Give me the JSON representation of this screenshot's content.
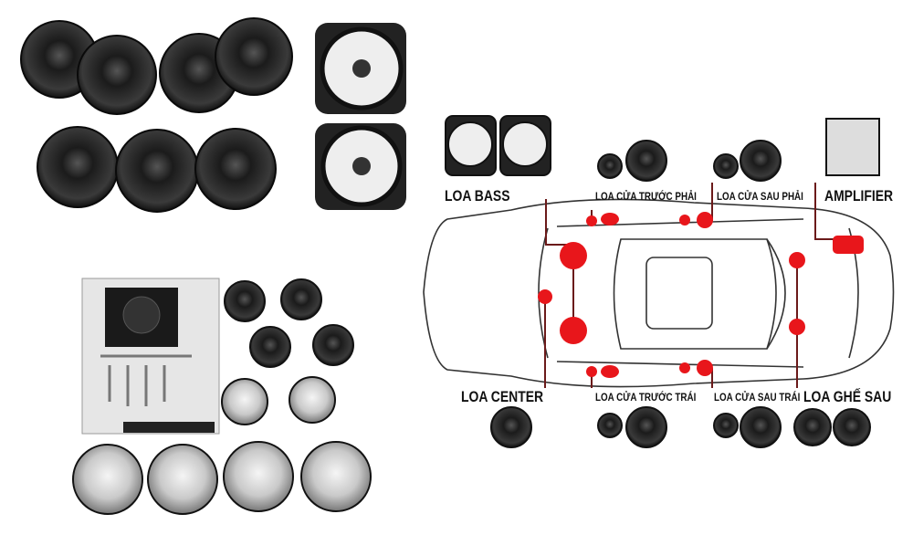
{
  "labels": {
    "bass": "LOA BASS",
    "front_right": "LOA CỬA TRƯỚC PHẢI",
    "rear_right": "LOA CỬA SAU PHẢI",
    "amplifier": "AMPLIFIER",
    "center": "LOA CENTER",
    "front_left": "LOA CỬA TRƯỚC TRÁI",
    "rear_left": "LOA CỬA SAU TRÁI",
    "rear_seat": "LOA GHẾ SAU"
  },
  "colors": {
    "marker": "#e8161b",
    "line": "#6b1a1a",
    "speaker": "#222222"
  }
}
